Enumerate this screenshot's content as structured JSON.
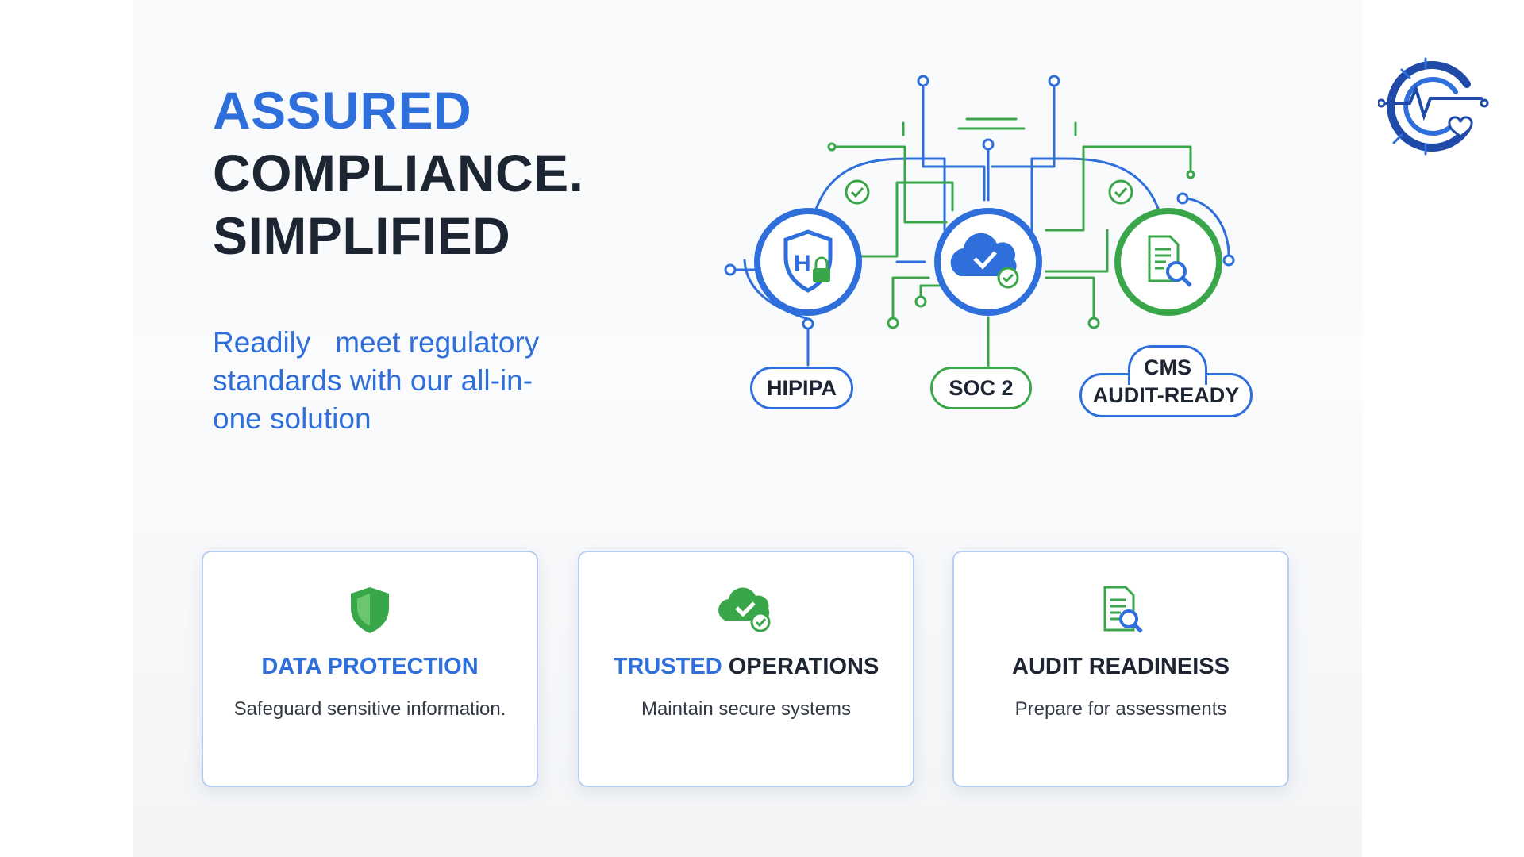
{
  "headline": {
    "line1": "ASSURED",
    "line2": "COMPLIANCE.",
    "line3": "SIMPLIFIED"
  },
  "subtitle": "Readily   meet regulatory standards with our all-in-one solution",
  "badges": {
    "hipaa": "HIPIPA",
    "soc2": "SOC 2",
    "cms_line1": "CMS",
    "cms_line2": "AUDIT-READY"
  },
  "cards": [
    {
      "title_a": "DATA PROTECTION",
      "title_b": "",
      "desc": "Safeguard sensitive information.",
      "icon": "shield-icon"
    },
    {
      "title_a": "TRUSTED",
      "title_b": " OPERATIONS",
      "desc": "Maintain secure systems",
      "icon": "cloud-check-icon"
    },
    {
      "title_a": "",
      "title_b": "AUDIT READINEISS",
      "desc": "Prepare for assessments",
      "icon": "document-search-icon"
    }
  ],
  "colors": {
    "blue": "#2f6fdc",
    "green": "#3aa64a",
    "dark": "#1e2532"
  }
}
